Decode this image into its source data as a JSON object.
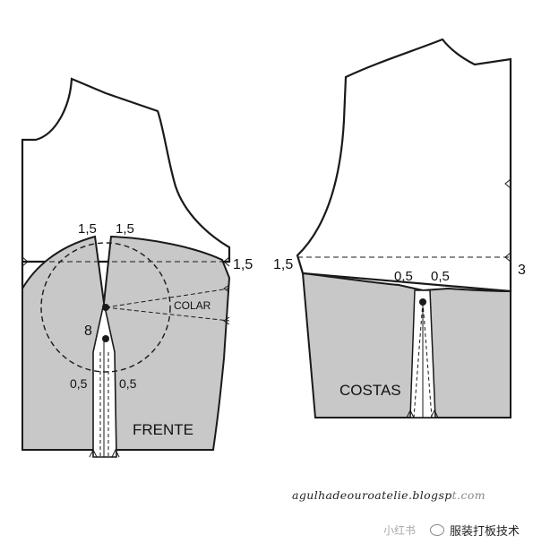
{
  "front": {
    "name": "FRENTE",
    "dart_left": "1,5",
    "dart_right": "1,5",
    "side": "1,5",
    "collar": "COLAR",
    "dart_length": "8",
    "lower_left": "0,5",
    "lower_right": "0,5"
  },
  "back": {
    "name": "COSTAS",
    "side": "1,5",
    "dart_left": "0,5",
    "dart_right": "0,5",
    "center": "3"
  },
  "watermark": "agulhadeouroatelie.blogsp",
  "watermark_tail": "t.com",
  "brand": "小红书",
  "account": "服装打板技术",
  "colors": {
    "fill": "#c8c8c8",
    "line": "#1a1a1a"
  }
}
